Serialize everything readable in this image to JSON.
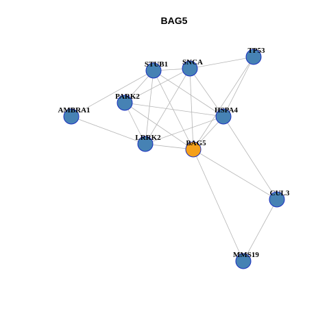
{
  "title": "BAG5",
  "colors": {
    "node_fill": "#4682b4",
    "focus_fill": "#f5a01a",
    "node_border": "#1a2fbf",
    "edge": "#b4b4b4"
  },
  "focus_node": "BAG5",
  "nodes": [
    {
      "id": "STUB1",
      "label": "STUB1"
    },
    {
      "id": "SNCA",
      "label": "SNCA"
    },
    {
      "id": "TP53",
      "label": "TP53"
    },
    {
      "id": "PARK2",
      "label": "PARK2"
    },
    {
      "id": "AMBRA1",
      "label": "AMBRA1"
    },
    {
      "id": "HSPA4",
      "label": "HSPA4"
    },
    {
      "id": "LRRK2",
      "label": "LRRK2"
    },
    {
      "id": "BAG5",
      "label": "BAG5"
    },
    {
      "id": "CUL3",
      "label": "CUL3"
    },
    {
      "id": "MMS19",
      "label": "MMS19"
    }
  ],
  "edges": [
    [
      "STUB1",
      "SNCA"
    ],
    [
      "STUB1",
      "PARK2"
    ],
    [
      "STUB1",
      "AMBRA1"
    ],
    [
      "STUB1",
      "HSPA4"
    ],
    [
      "STUB1",
      "LRRK2"
    ],
    [
      "STUB1",
      "BAG5"
    ],
    [
      "SNCA",
      "TP53"
    ],
    [
      "SNCA",
      "PARK2"
    ],
    [
      "SNCA",
      "HSPA4"
    ],
    [
      "SNCA",
      "LRRK2"
    ],
    [
      "SNCA",
      "BAG5"
    ],
    [
      "TP53",
      "HSPA4"
    ],
    [
      "TP53",
      "BAG5"
    ],
    [
      "PARK2",
      "HSPA4"
    ],
    [
      "PARK2",
      "LRRK2"
    ],
    [
      "PARK2",
      "BAG5"
    ],
    [
      "AMBRA1",
      "LRRK2"
    ],
    [
      "HSPA4",
      "LRRK2"
    ],
    [
      "HSPA4",
      "BAG5"
    ],
    [
      "HSPA4",
      "CUL3"
    ],
    [
      "LRRK2",
      "BAG5"
    ],
    [
      "BAG5",
      "CUL3"
    ],
    [
      "BAG5",
      "MMS19"
    ],
    [
      "CUL3",
      "MMS19"
    ]
  ]
}
